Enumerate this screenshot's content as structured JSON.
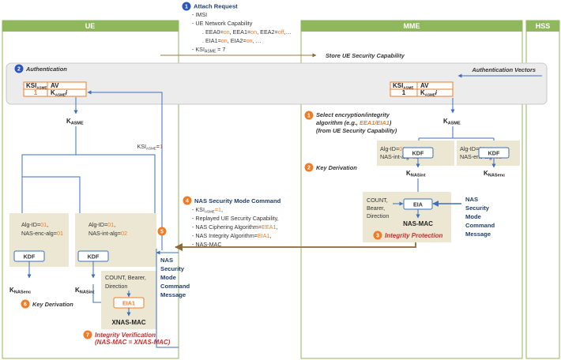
{
  "lanes": {
    "ue": "UE",
    "mme": "MME",
    "hss": "HSS"
  },
  "attach": {
    "step": "1",
    "title": "Attach Request",
    "items": [
      "- IMSI",
      "- UE Network Capability",
      "- KSI",
      "ASME",
      " = 7"
    ],
    "eea_line": [
      ". EEA0=",
      "on",
      ", EEA1=",
      "on",
      ", EEA2=",
      "off",
      ",…"
    ],
    "eia_line": [
      ". EIA1=",
      "on",
      ", EIA2=",
      "on",
      ", …"
    ]
  },
  "store": "Store UE Security Capability",
  "auth": {
    "step": "2",
    "title": "Authentication",
    "vectors": "Authentication Vectors"
  },
  "ksi_table": {
    "col1": "KSI",
    "col1_sub": "ASME",
    "col2": "AV",
    "val1": "1",
    "val2": "K",
    "val2_sub": "ASME",
    "val2_suffix": "i"
  },
  "kasme": {
    "main": "K",
    "sub": "ASME"
  },
  "ksi_eq": {
    "pre": "KSI",
    "sub": "ASME",
    "eq": "=",
    "val": "1"
  },
  "mme_select": {
    "step": "1",
    "line1": "Select encryption/integrity",
    "line2a": "algorithm (e.g., ",
    "line2b": "EEA1/EIA1",
    "line2c": ")",
    "line3": "(from UE Security Capability)"
  },
  "kdf_blocks": {
    "alg_id": "Alg-ID=",
    "alg_int": "NAS-int-alg=",
    "alg_enc": "NAS-enc-alg=",
    "v01": "01",
    "v02": "02",
    "kdf": "KDF"
  },
  "key_derivation": {
    "mme_step": "2",
    "ue_step": "6",
    "label": "Key Derivation"
  },
  "knas": {
    "k": "K",
    "int": "NASint",
    "enc": "NASenc"
  },
  "eia": {
    "inputs": [
      "COUNT,",
      "Bearer,",
      "Direction"
    ],
    "ue_inputs": "COUNT, Bearer,",
    "ue_inputs2": "Direction",
    "box": "EIA",
    "ue_box": "EIA1",
    "mac": "NAS-MAC",
    "xmac": "XNAS-MAC"
  },
  "nas_msg": {
    "lines": [
      "NAS",
      "Security",
      "Mode",
      "Command",
      "Message"
    ]
  },
  "integrity": {
    "step": "3",
    "label": "Integrity Protection"
  },
  "smc": {
    "step": "4",
    "title": "NAS Security Mode Command",
    "ksi_pre": "- KSI",
    "ksi_sub": "ASME",
    "ksi_val": "=1",
    "items2": "- Replayed UE Security Capability,",
    "cipher_pre": "- NAS Ciphering Algorithm=",
    "cipher_val": "EEA1",
    "integ_pre": "- NAS Integrity Algorithm=",
    "integ_val": "EIA1",
    "mac": "- NAS-MAC"
  },
  "step5": "5",
  "verify": {
    "step": "7",
    "label": "Integrity Verification",
    "sub": "(NAS-MAC = XNAS-MAC)"
  },
  "colors": {
    "lane_header": "#8fb75c",
    "lane_bg": "#ffffff",
    "auth_bg": "#ececec",
    "block_bg": "#ebe7d3",
    "orange": "#ee7d2a",
    "blue": "#2e57b7",
    "brown": "#a57a3a"
  }
}
